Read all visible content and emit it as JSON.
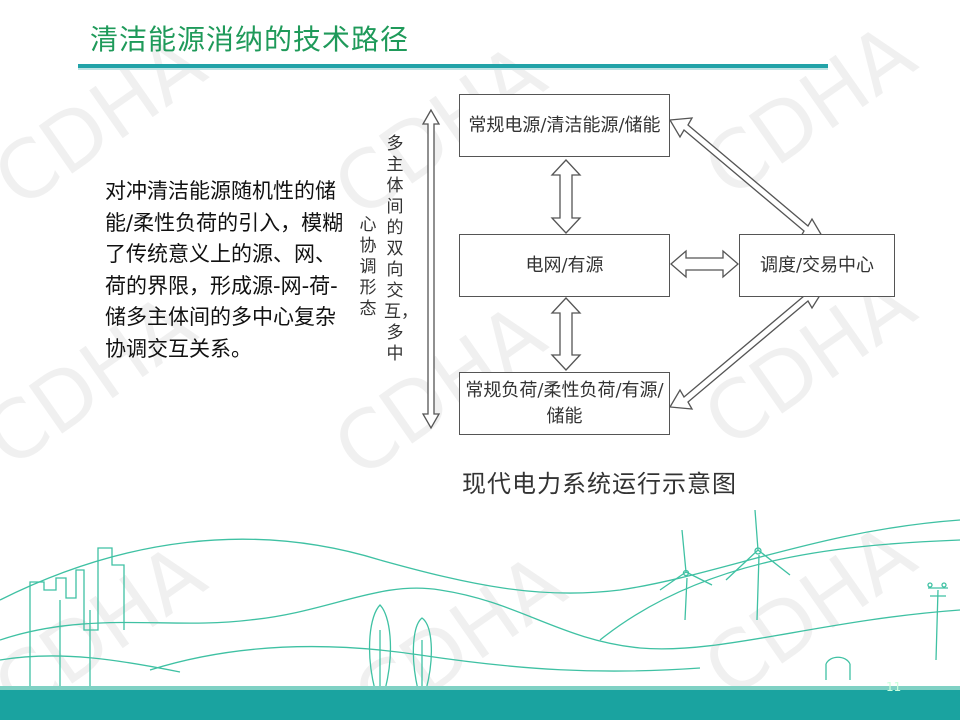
{
  "slide": {
    "title": "清洁能源消纳的技术路径",
    "body_text": "对冲清洁能源随机性的储能/柔性负荷的引入，模糊了传统意义上的源、网、荷的界限，形成源-网-荷-储多主体间的多中心复杂协调交互关系。",
    "page_number": "11",
    "watermark": "CDHA"
  },
  "diagram": {
    "boxes": {
      "source": "常规电源/清洁能源/储能",
      "grid": "电网/有源",
      "load": "常规负荷/柔性负荷/有源/储能",
      "dispatch": "调度/交易中心"
    },
    "vertical_label_right": "多主体间的双向交互，多中",
    "vertical_label_left": "心协调形态",
    "caption": "现代电力系统运行示意图"
  },
  "colors": {
    "title": "#1f9a5a",
    "rule": "#22a3a8",
    "footer_band": "#1aa3a0",
    "landscape": "#3fc1a3"
  }
}
